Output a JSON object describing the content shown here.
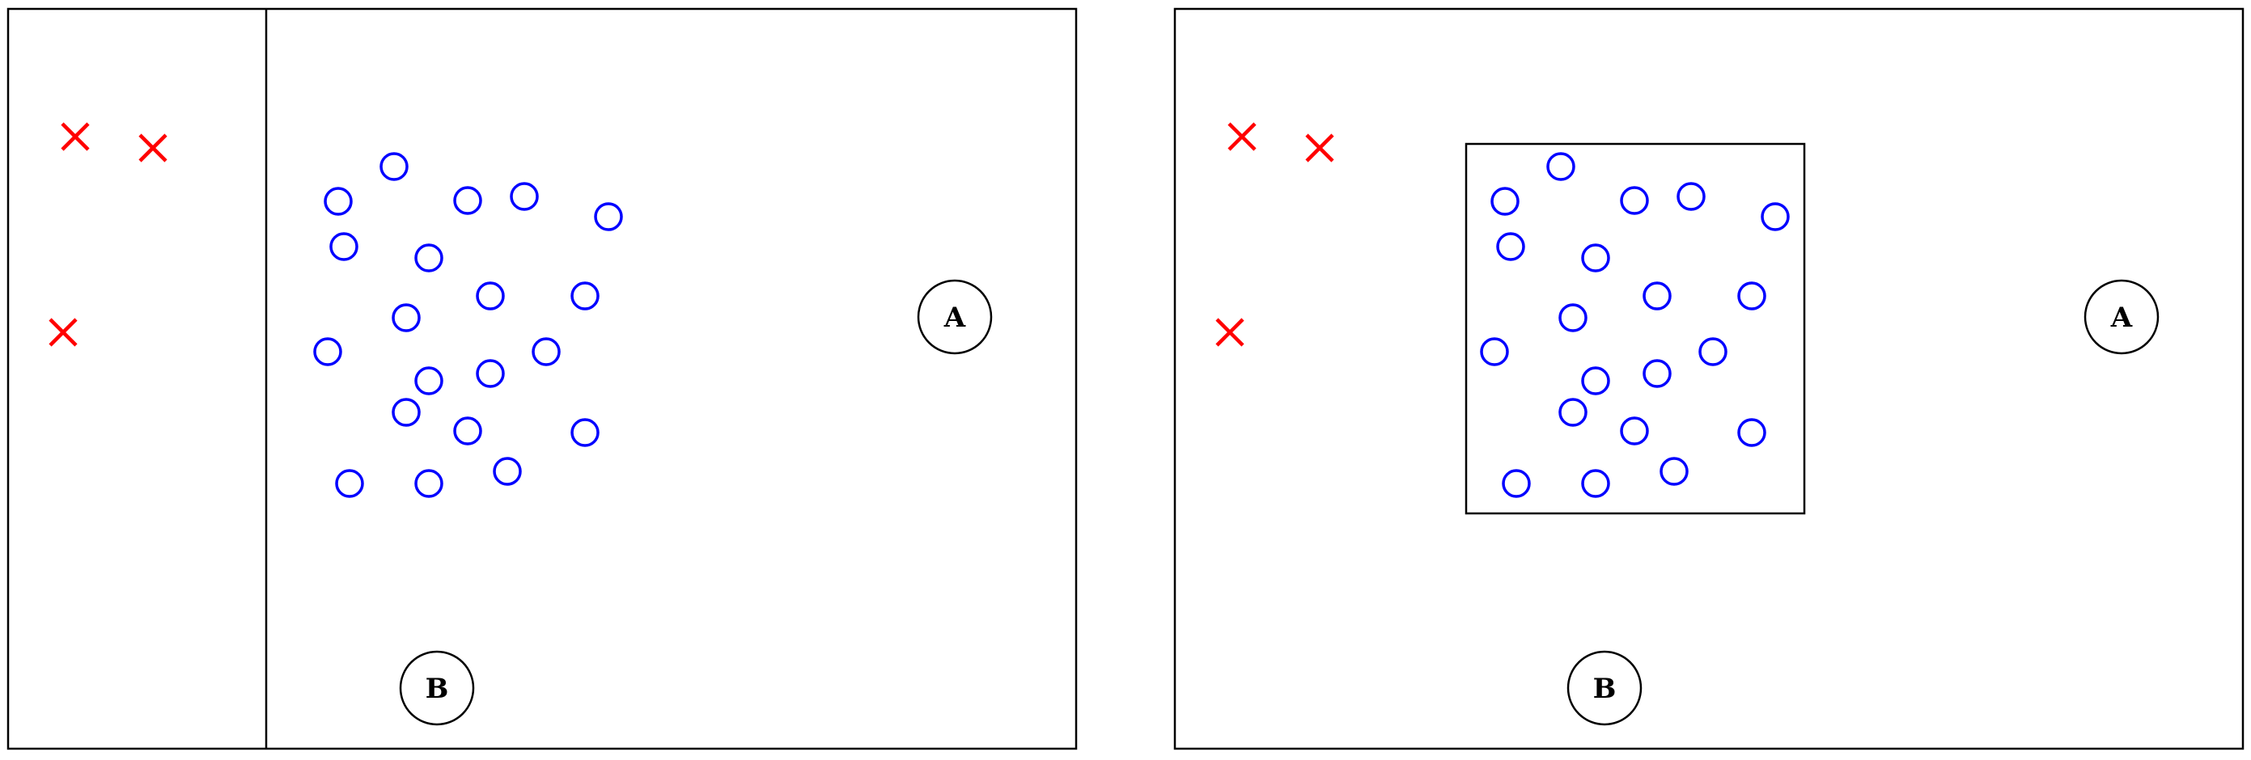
{
  "colors": {
    "positive_class": "#0000ff",
    "negative_class": "#ff0000",
    "frame": "#000000"
  },
  "panels": [
    {
      "id": "left",
      "separator": "vertical line",
      "labels": [
        "A",
        "B"
      ]
    },
    {
      "id": "right",
      "separator": "rectangle",
      "labels": [
        "A",
        "B"
      ]
    }
  ],
  "markers": {
    "negative": "x",
    "positive": "circle"
  }
}
